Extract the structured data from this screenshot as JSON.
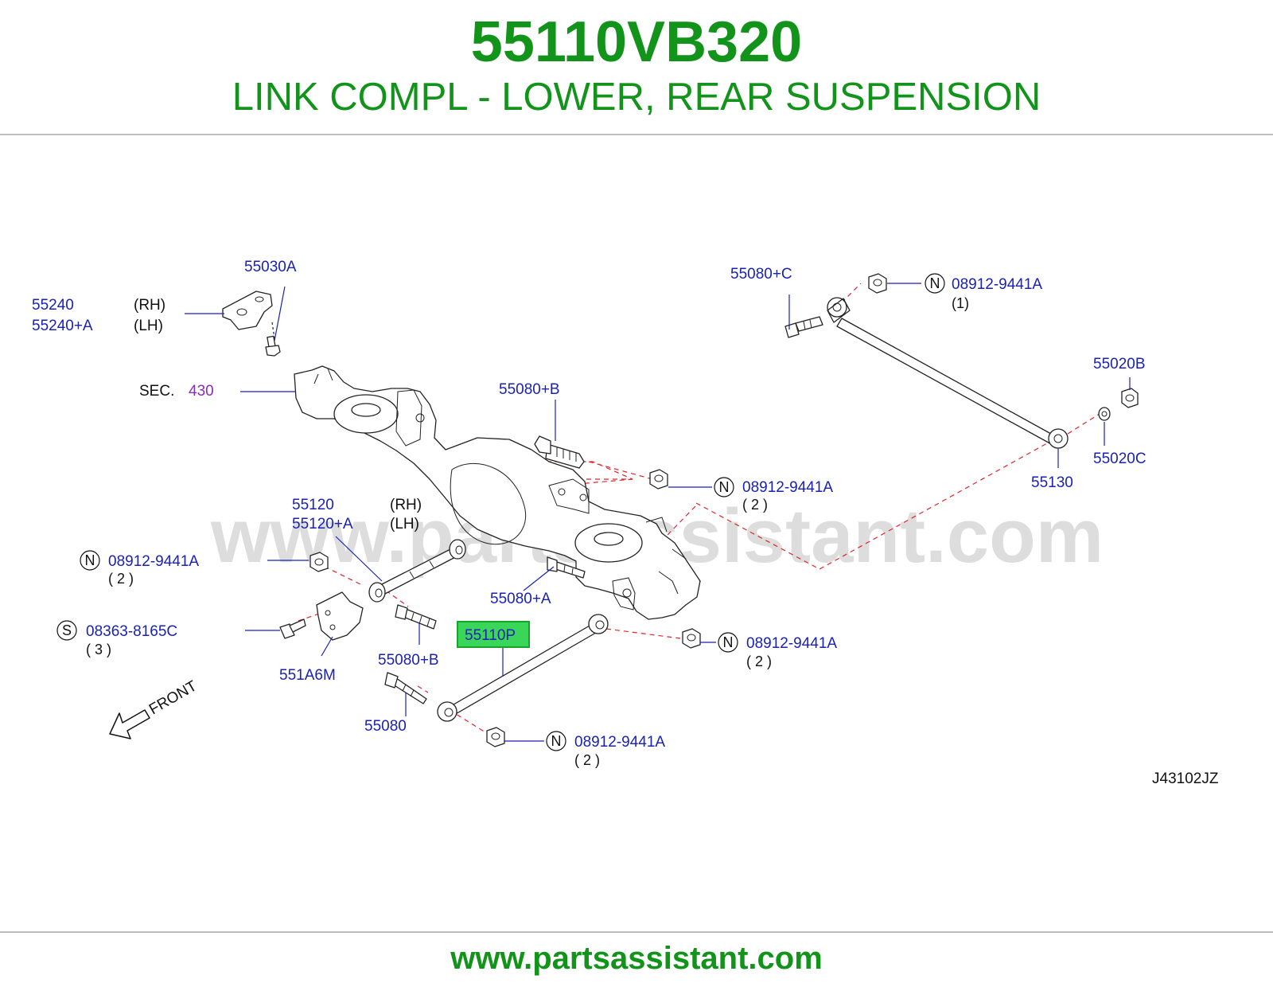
{
  "header": {
    "part_number": "55110VB320",
    "description": "LINK COMPL - LOWER, REAR SUSPENSION"
  },
  "footer": {
    "url": "www.partsassistant.com"
  },
  "watermark": "www.partsassistant.com",
  "diagram": {
    "code": "J43102JZ",
    "front_label": "FRONT",
    "sec_label": "SEC.",
    "sec_number": "430",
    "callouts": {
      "c55030A": "55030A",
      "c55240": "55240",
      "c55240A": "55240+A",
      "rh1": "(RH)",
      "lh1": "(LH)",
      "c55080B_top": "55080+B",
      "c55080C": "55080+C",
      "n_top_right": "08912-9441A",
      "n_top_right_qty": "(1)",
      "c55020B": "55020B",
      "c55020C": "55020C",
      "c55130": "55130",
      "n_mid": "08912-9441A",
      "n_mid_qty": "( 2 )",
      "c55120": "55120",
      "c55120A": "55120+A",
      "rh2": "(RH)",
      "lh2": "(LH)",
      "n_left": "08912-9441A",
      "n_left_qty": "( 2 )",
      "c55080A": "55080+A",
      "s_bolt": "08363-8165C",
      "s_bolt_qty": "( 3 )",
      "c55080B_low": "55080+B",
      "c551A6M": "551A6M",
      "c55110P": "55110P",
      "n_right_low": "08912-9441A",
      "n_right_low_qty": "( 2 )",
      "c55080": "55080",
      "n_bottom": "08912-9441A",
      "n_bottom_qty": "( 2 )"
    },
    "circle_letters": {
      "n": "N",
      "s": "S"
    },
    "colors": {
      "brand_green": "#12931a",
      "callout_blue": "#1a22b3",
      "highlight": "#3ad65a",
      "dash_red": "#e0242c"
    }
  }
}
